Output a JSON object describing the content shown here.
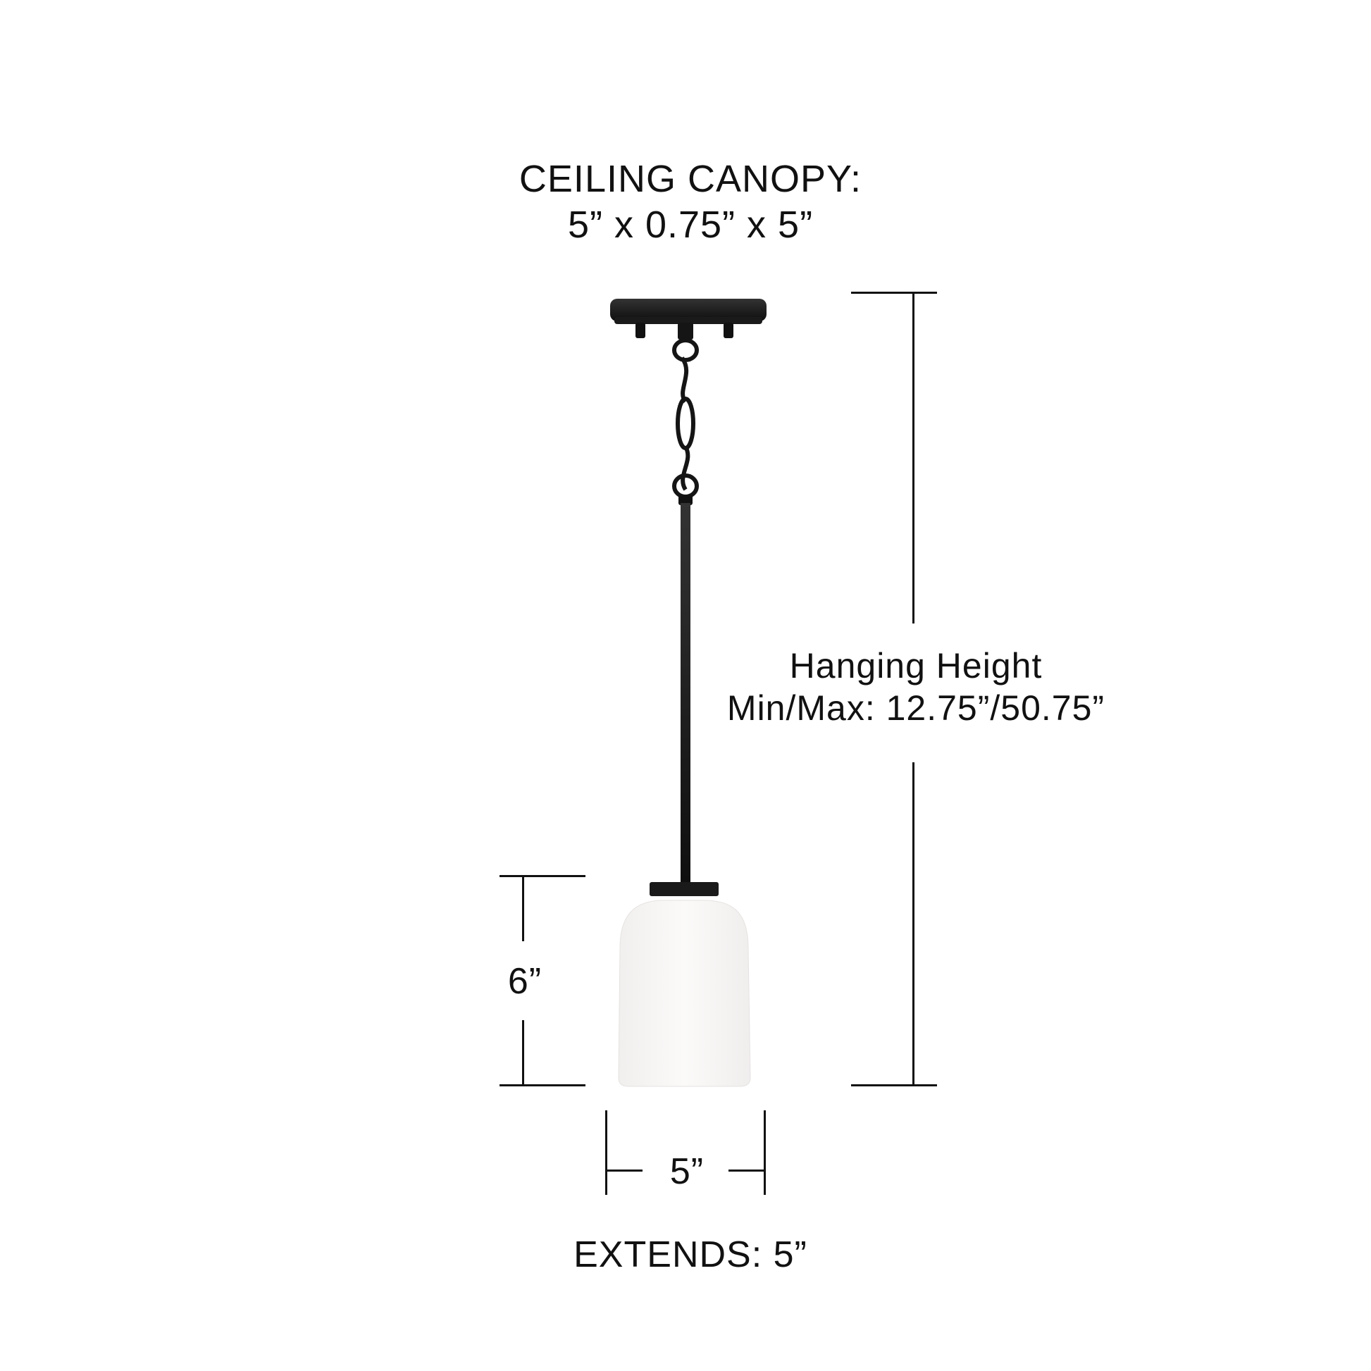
{
  "canopy": {
    "title": "CEILING CANOPY:",
    "dims": "5” x 0.75” x 5”"
  },
  "hanging_height": {
    "line1": "Hanging Height",
    "line2": "Min/Max: 12.75”/50.75”"
  },
  "shade_height": "6”",
  "shade_width": "5”",
  "extends": "EXTENDS: 5”",
  "colors": {
    "fixture": "#1a1a1a",
    "glass": "#f7f5f4",
    "dimension_line": "#111111"
  }
}
